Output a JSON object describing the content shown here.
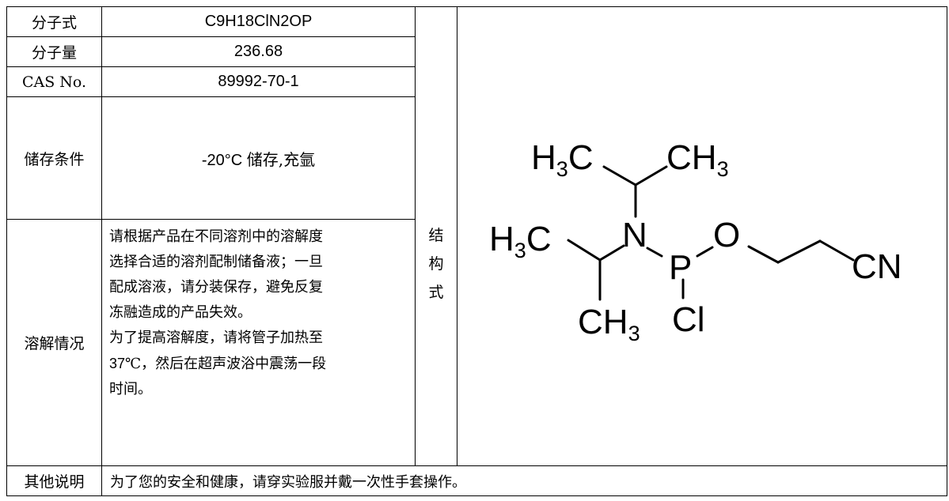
{
  "rows": {
    "formula": {
      "label": "分子式",
      "value": "C9H18ClN2OP"
    },
    "mw": {
      "label": "分子量",
      "value": "236.68"
    },
    "cas": {
      "label": "CAS No.",
      "value": "89992-70-1"
    },
    "storage": {
      "label": "储存条件",
      "value_prefix": "-20°C ",
      "value_zh": "储存,充氩"
    },
    "solubility": {
      "label": "溶解情况",
      "lines": [
        "请根据产品在不同溶剂中的溶解度",
        "选择合适的溶剂配制储备液；一旦",
        "配成溶液，请分装保存，避免反复",
        "冻融造成的产品失效。",
        "为了提高溶解度，请将管子加热至"
      ],
      "line6_num": "37",
      "line6_rest": "℃，然后在超声波浴中震荡一段",
      "line7": "时间。"
    },
    "other": {
      "label": "其他说明",
      "value": "为了您的安全和健康，请穿实验服并戴一次性手套操作。"
    }
  },
  "structure": {
    "label_chars": [
      "结",
      "构",
      "式"
    ],
    "atoms": {
      "h3c_top": "H",
      "h3c_top_sub": "3",
      "h3c_top_c": "C",
      "ch3_top_c": "CH",
      "ch3_top_sub": "3",
      "h3c_left": "H",
      "h3c_left_sub": "3",
      "h3c_left_c": "C",
      "n": "N",
      "p": "P",
      "o": "O",
      "cn": "CN",
      "ch3_bottom_c": "CH",
      "ch3_bottom_sub": "3",
      "cl": "Cl"
    }
  }
}
